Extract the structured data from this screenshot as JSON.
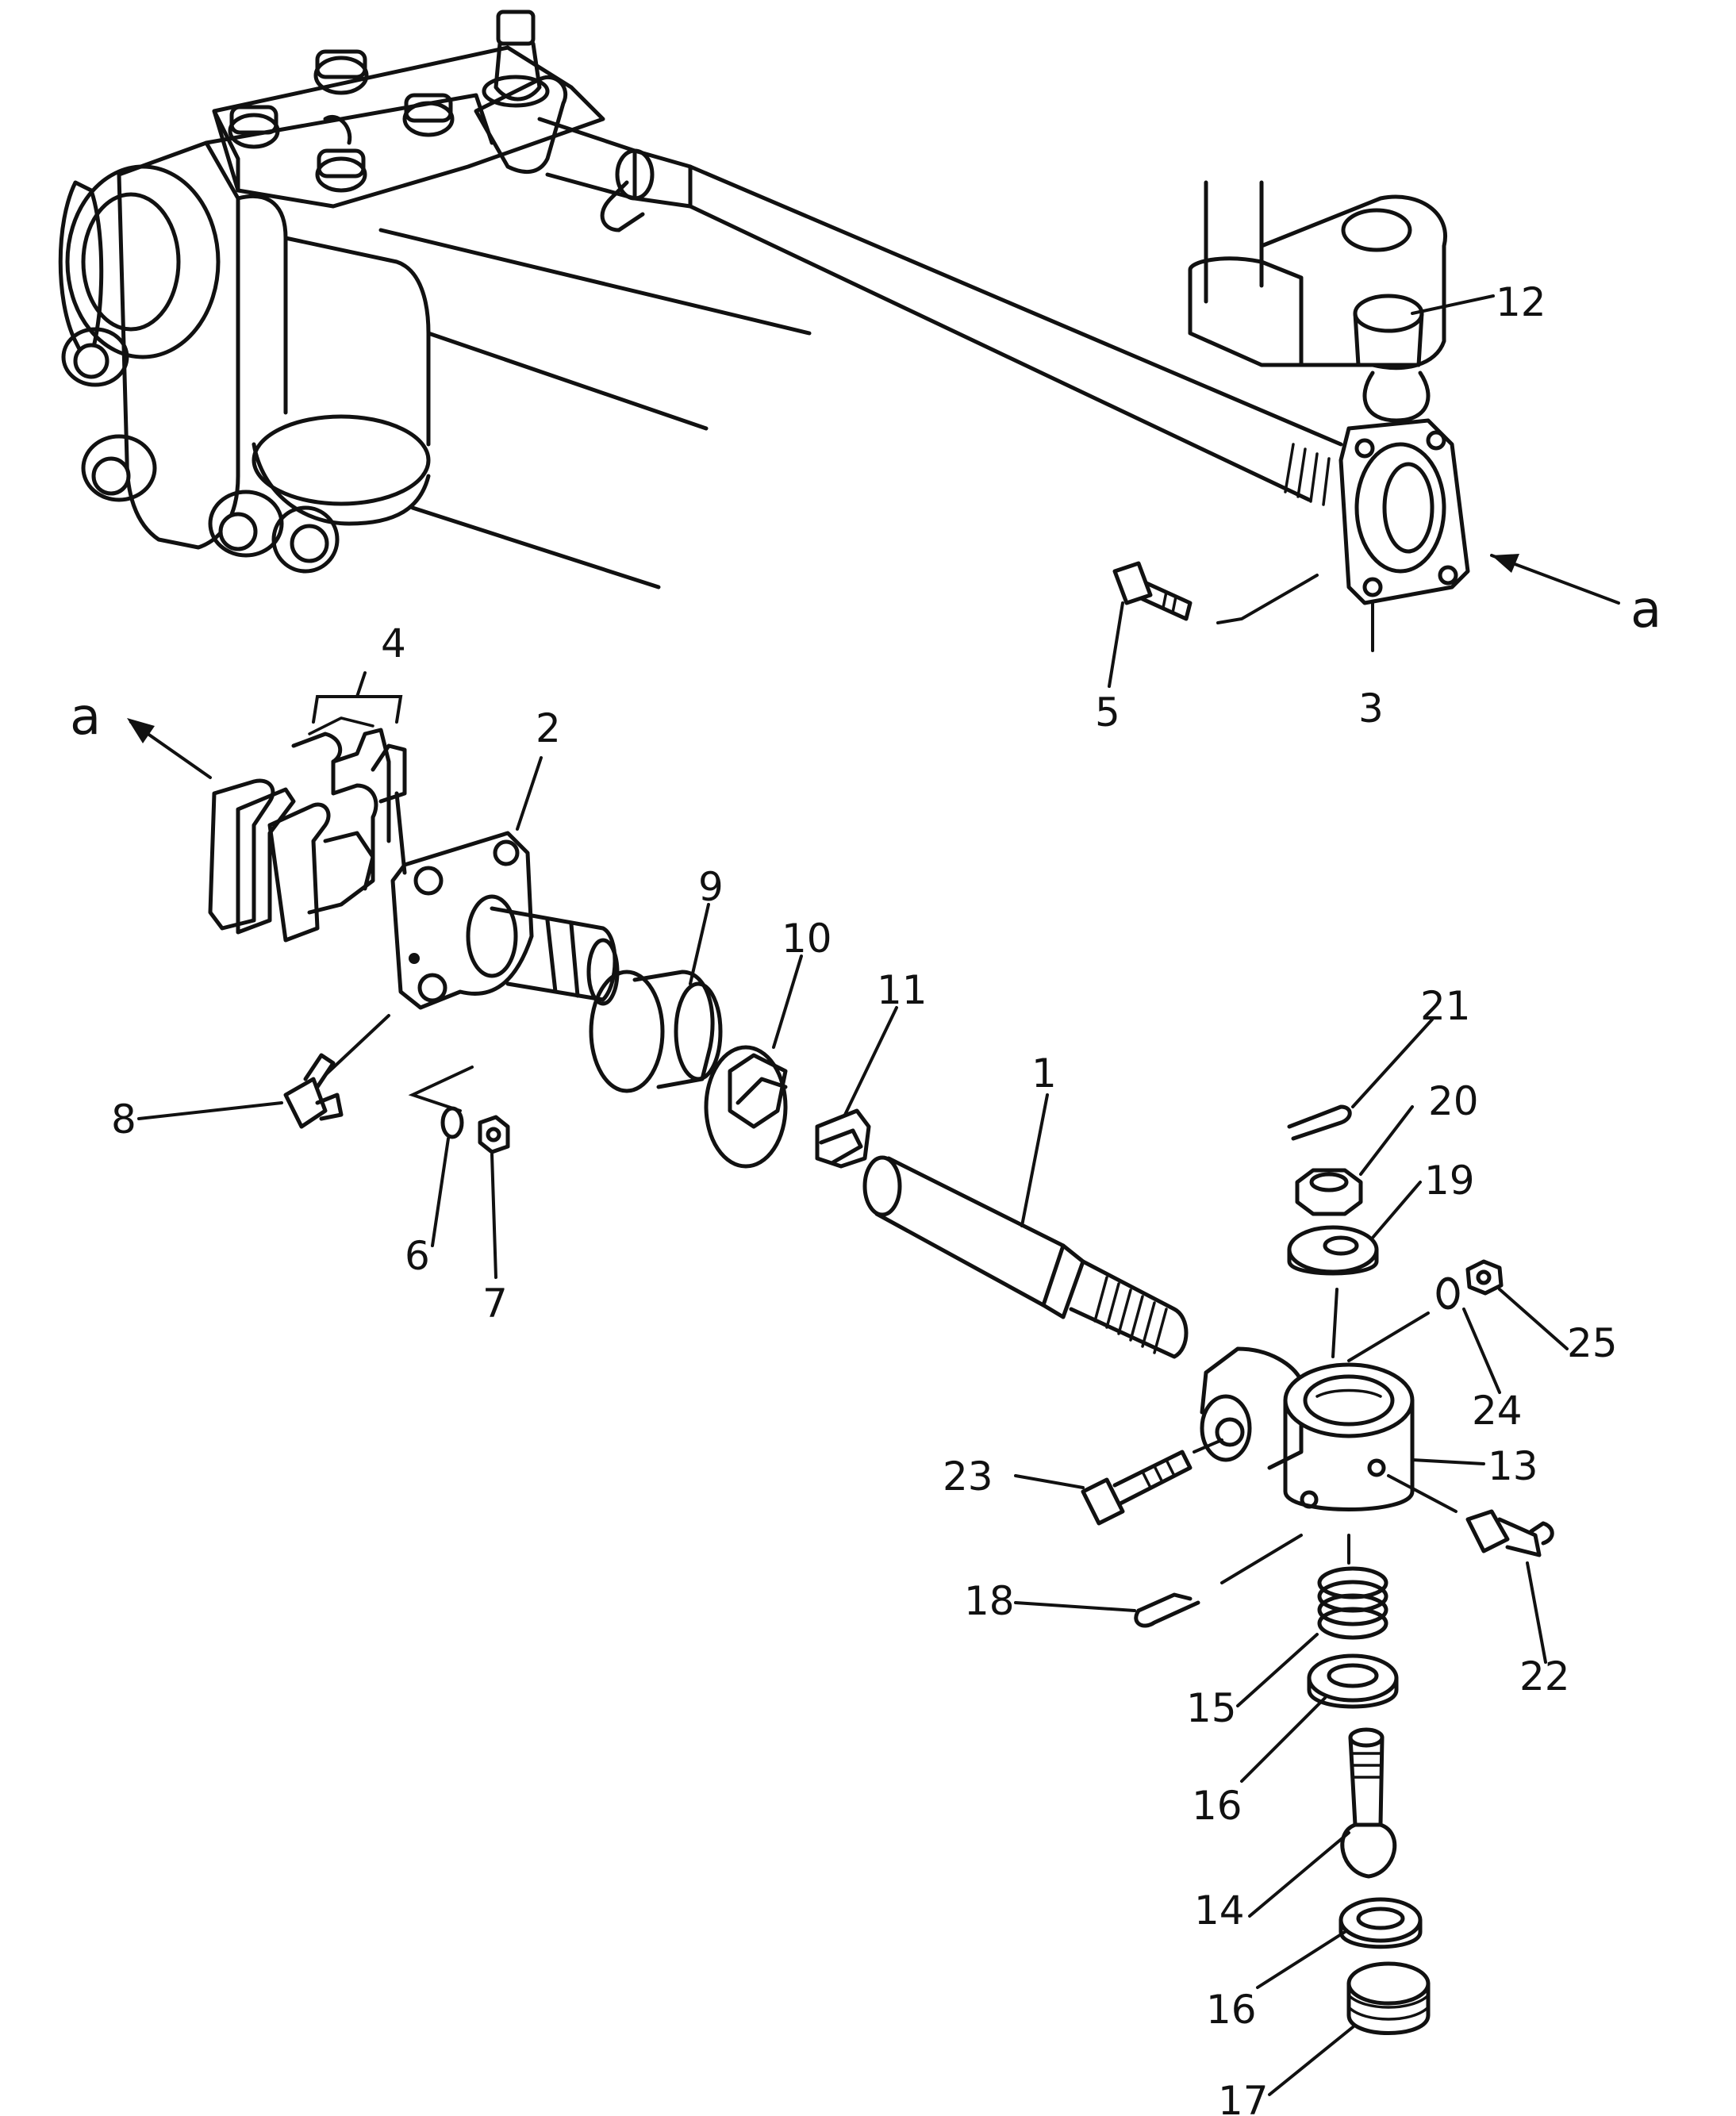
{
  "diagram": {
    "view_letter_top": "a",
    "view_letter_left": "a",
    "callouts": {
      "c1": "1",
      "c2": "2",
      "c3": "3",
      "c4": "4",
      "c5": "5",
      "c6": "6",
      "c7": "7",
      "c8": "8",
      "c9": "9",
      "c10": "10",
      "c11": "11",
      "c12": "12",
      "c13": "13",
      "c14": "14",
      "c15": "15",
      "c16a": "16",
      "c16b": "16",
      "c17": "17",
      "c18": "18",
      "c19": "19",
      "c20": "20",
      "c21": "21",
      "c22": "22",
      "c23": "23",
      "c24": "24",
      "c25": "25"
    }
  }
}
